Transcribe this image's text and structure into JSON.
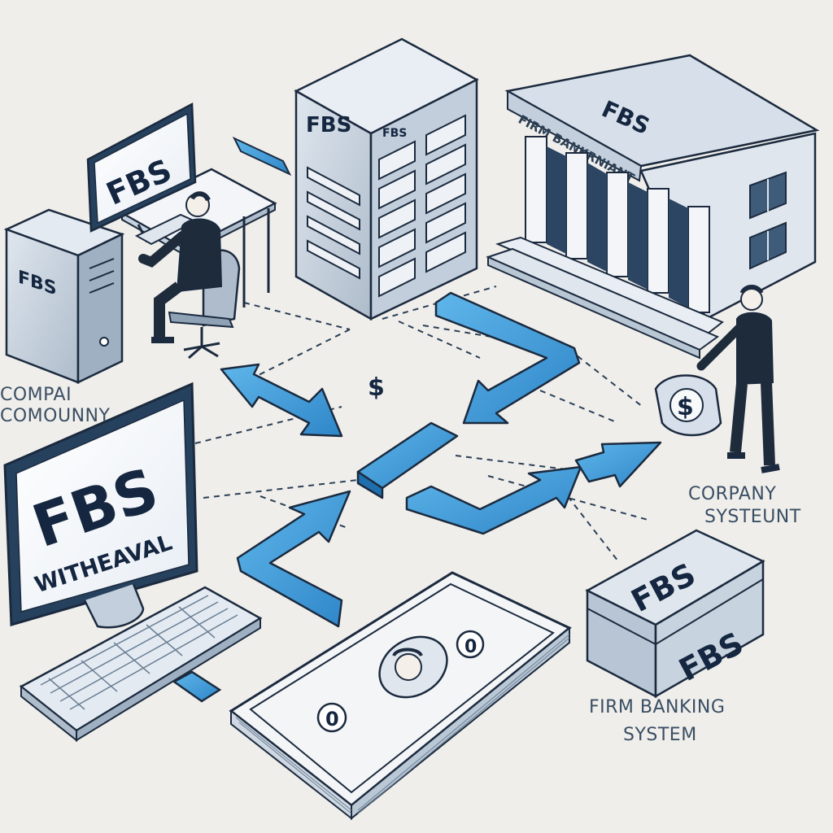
{
  "brand": "FBS",
  "monitor_left_sub": "WITHEAVAL",
  "bank_sign": "FIRM BANKRNIANT",
  "rack_side": "FBS",
  "labels": {
    "company_left_line1": "COMPAI",
    "company_left_line2": "COMOUNNY",
    "company_right_line1": "CORPANY",
    "company_right_line2": "SYSTEUNT",
    "firm_line1": "FIRM BANKING",
    "firm_line2": "SYSTEM"
  },
  "coin_symbol": "$",
  "center_symbol": "$",
  "bill_digits": [
    "0",
    "0"
  ],
  "colors": {
    "accent": "#3a9ad9",
    "accent_dark": "#1f6fae",
    "outline": "#1b2a3e",
    "grey_fill": "#c9d4e0",
    "background": "#efeeeb"
  }
}
